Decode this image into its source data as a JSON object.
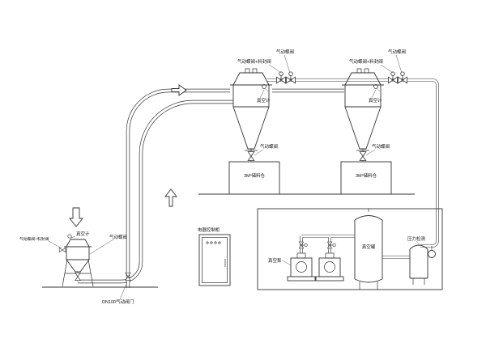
{
  "diagram": {
    "cyclone1": {
      "valve": "气动蝶阀",
      "seal_valve": "气动蝶阀+料封阀",
      "gauge": "真空计",
      "bottom_valve": "气动蝶阀",
      "silo": "3M³储料仓"
    },
    "cyclone2": {
      "valve": "气动蝶阀",
      "seal_valve": "气动蝶阀+料封阀",
      "gauge": "真空计",
      "bottom_valve": "气动蝶阀",
      "silo": "3M³储料仓"
    },
    "feeder": {
      "seal_valve": "气动蝶阀+料封阀",
      "gauge": "真空计",
      "valve": "气动蝶阀",
      "pipe_valve": "DN100气动阀门"
    },
    "cabinet": {
      "label": "电器控制柜"
    },
    "pump_room": {
      "pump": "真空泵",
      "tank": "真空罐",
      "pressure": "压力检测"
    }
  }
}
